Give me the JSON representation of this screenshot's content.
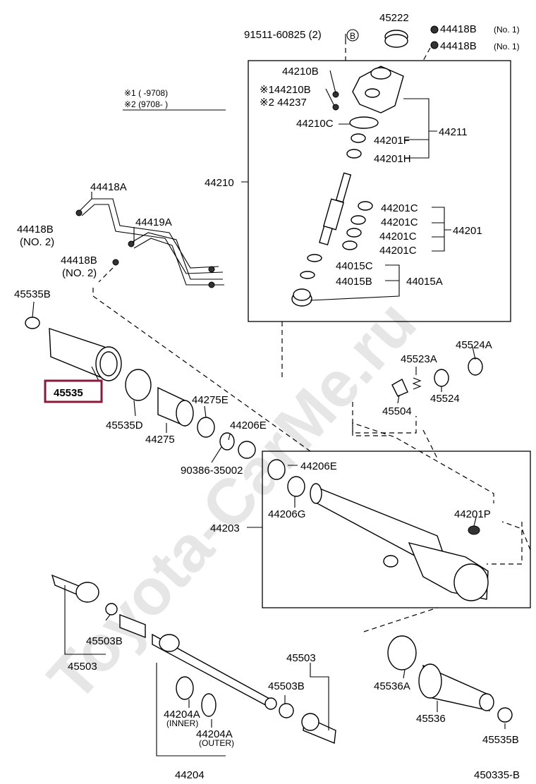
{
  "diagram": {
    "watermark": "Toyota-CarMe.ru",
    "drawing_number": "450335-B",
    "highlight_color": "#8b1a3a",
    "notes": {
      "n1": "※1 (      -9708)",
      "n2": "※2 (9708-         )"
    },
    "labels": {
      "p45222": "45222",
      "p91511": "91511-60825 (2)",
      "circB": "B",
      "p44418B_1a": "44418B",
      "no1a": "(No. 1)",
      "p44418B_1b": "44418B",
      "no1b": "(No. 1)",
      "p44210B": "44210B",
      "p144210B": "※144210B",
      "p44237": "※2 44237",
      "p44210C": "44210C",
      "p44201F": "44201F",
      "p44201H": "44201H",
      "p44211": "44211",
      "p44210": "44210",
      "p44201C_1": "44201C",
      "p44201C_2": "44201C",
      "p44201C_3": "44201C",
      "p44201C_4": "44201C",
      "p44201": "44201",
      "p44015C": "44015C",
      "p44015B": "44015B",
      "p44015A": "44015A",
      "p44418A": "44418A",
      "p44419A": "44419A",
      "p44418B_2a": "44418B",
      "no2a": "(NO. 2)",
      "p44418B_2b": "44418B",
      "no2b": "(NO. 2)",
      "p45535B_top": "45535B",
      "p45535": "45535",
      "p45535D": "45535D",
      "p44275": "44275",
      "p44275E": "44275E",
      "p44206E_a": "44206E",
      "p90386": "90386-35002",
      "p45523A": "45523A",
      "p45524A": "45524A",
      "p45504": "45504",
      "p45524": "45524",
      "p44206E_b": "44206E",
      "p44206G": "44206G",
      "p44203": "44203",
      "p44201P": "44201P",
      "p45503B_a": "45503B",
      "p45503_a": "45503",
      "p45503_b": "45503",
      "p45503B_b": "45503B",
      "p44204A_in": "44204A",
      "inner": "(INNER)",
      "p44204A_out": "44204A",
      "outer": "(OUTER)",
      "p44204": "44204",
      "p45536A": "45536A",
      "p45536": "45536",
      "p45535B_bot": "45535B"
    }
  }
}
